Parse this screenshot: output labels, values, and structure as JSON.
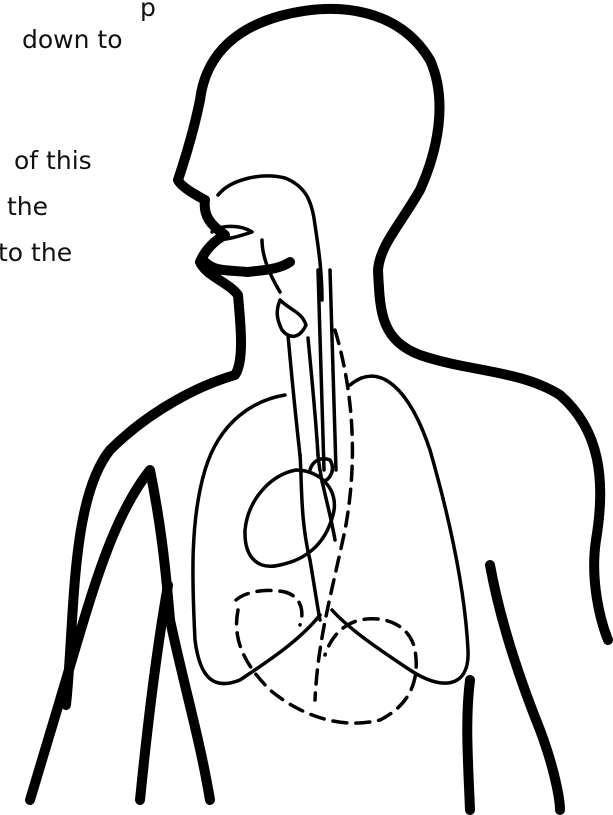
{
  "text_lines": [
    "p",
    "down to",
    "of this",
    "the",
    "to the"
  ],
  "colors": {
    "line": "#000000",
    "background": "#ffffff",
    "text": "#111111"
  }
}
